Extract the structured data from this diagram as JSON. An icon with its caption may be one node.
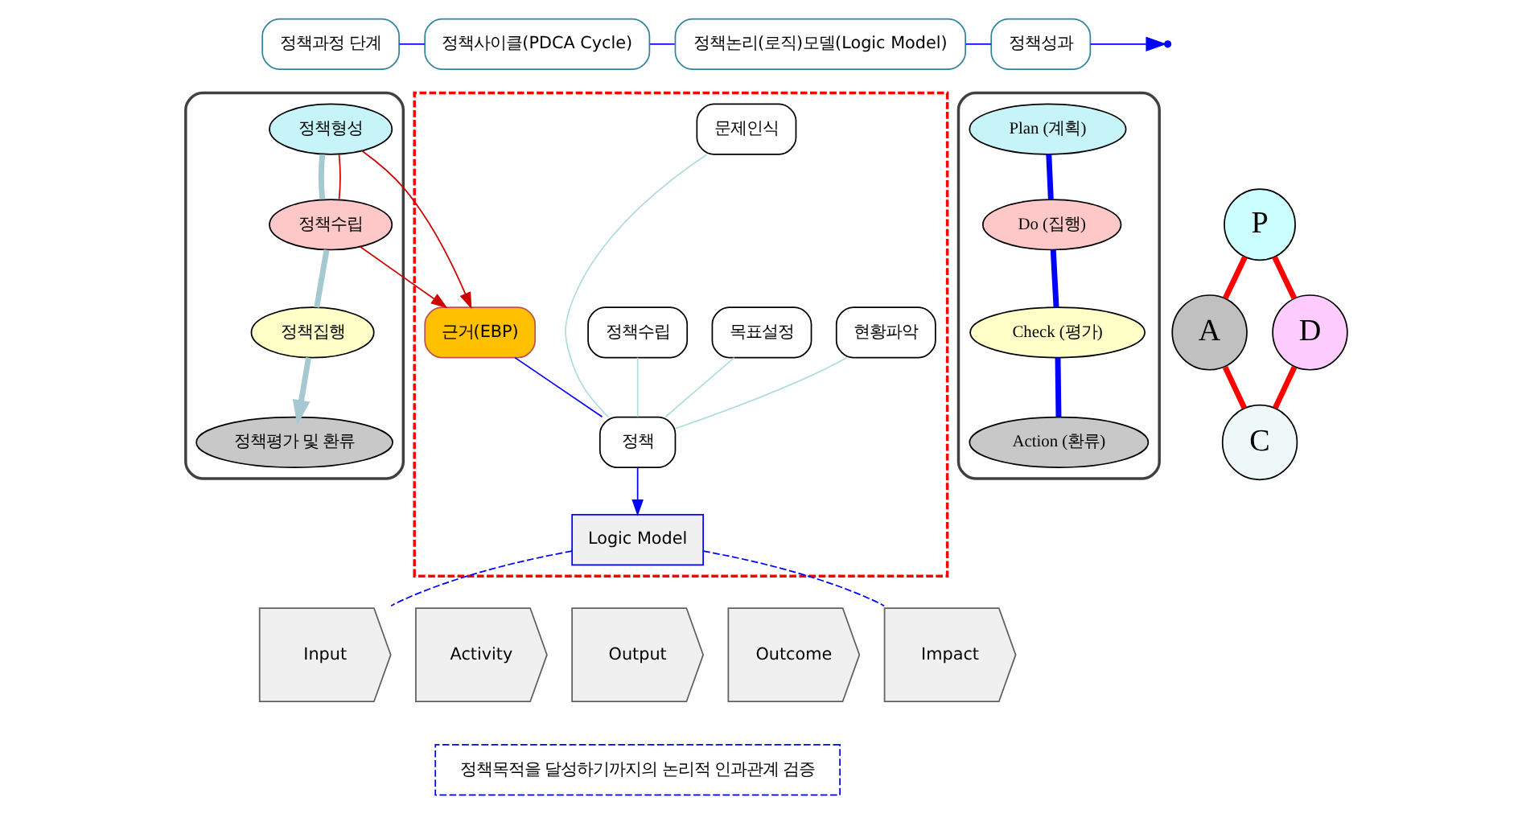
{
  "diagram": {
    "nodes": [
      {
        "text": [
          "정책과정 단계"
        ]
      },
      {
        "text": [
          "정책사이클(PDCA Cycle)"
        ]
      },
      {
        "text": [
          "정책논리(로직)모델(Logic Model)"
        ]
      },
      {
        "text": [
          "정책성과"
        ]
      },
      {
        "text": [],
        "shape": "box"
      },
      {
        "text": [
          "정책형성"
        ],
        "in": 4
      },
      {
        "text": [
          "정책수립"
        ],
        "in": 4
      },
      {
        "text": [
          "정책집행"
        ],
        "in": 4
      },
      {
        "text": [
          "정책평가 및 환류"
        ],
        "in": 4
      },
      {
        "text": [],
        "shape": "box"
      },
      {
        "text": [
          "Plan (계획)"
        ],
        "in": 9
      },
      {
        "text": [
          "Do (집행)"
        ],
        "in": 9
      },
      {
        "text": [
          "Check (평가)"
        ],
        "in": 9
      },
      {
        "text": [
          "Action (환류)"
        ],
        "in": 9
      },
      {
        "text": [
          "P"
        ]
      },
      {
        "text": [
          "D"
        ]
      },
      {
        "text": [
          "C"
        ]
      },
      {
        "text": [
          "A"
        ]
      },
      {
        "text": [],
        "shape": "box"
      },
      {
        "text": [
          "근거(EBP)"
        ],
        "in": 18
      },
      {
        "text": [
          "문제인식"
        ],
        "in": 18
      },
      {
        "text": [
          "현황파악"
        ],
        "in": 18
      },
      {
        "text": [
          "목표설정"
        ],
        "in": 18
      },
      {
        "text": [
          "정책수립"
        ],
        "in": 18
      },
      {
        "text": [
          "정책"
        ],
        "in": 18
      },
      {
        "text": [
          "Logic Model"
        ],
        "in": 18
      },
      {
        "text": [
          "Input"
        ]
      },
      {
        "text": [
          "Activity"
        ]
      },
      {
        "text": [
          "Output"
        ]
      },
      {
        "text": [
          "Outcome"
        ]
      },
      {
        "text": [
          "Impact"
        ]
      },
      {
        "text": [
          "정책목적을 달성하기까지의 논리적 인과관계 검증"
        ]
      }
    ],
    "edges": [
      {
        "from": 0,
        "to": 1,
        "arrow": "none",
        "color": "#0000ff"
      },
      {
        "from": 1,
        "to": 2,
        "arrow": "none",
        "color": "#0000ff"
      },
      {
        "from": 2,
        "to": 3,
        "arrow": "none",
        "color": "#0000ff"
      },
      {
        "from": 3,
        "to": null,
        "arrow": "to",
        "color": "#0000ff"
      },
      {
        "from": 5,
        "to": 6,
        "arrow": "none",
        "style": "thick",
        "color": "#a6c8d0"
      },
      {
        "from": 6,
        "to": 7,
        "arrow": "none",
        "style": "thick",
        "color": "#a6c8d0"
      },
      {
        "from": 7,
        "to": 8,
        "arrow": "to",
        "style": "thick",
        "color": "#a6c8d0"
      },
      {
        "from": 5,
        "to": 6,
        "arrow": "none",
        "color": "#cc0000"
      },
      {
        "from": 5,
        "to": 19,
        "arrow": "to",
        "color": "#cc0000"
      },
      {
        "from": 6,
        "to": 19,
        "arrow": "to",
        "color": "#cc0000"
      },
      {
        "from": 10,
        "to": 11,
        "arrow": "none",
        "style": "thick",
        "color": "#0000ff"
      },
      {
        "from": 11,
        "to": 12,
        "arrow": "none",
        "style": "thick",
        "color": "#0000ff"
      },
      {
        "from": 12,
        "to": 13,
        "arrow": "none",
        "style": "thick",
        "color": "#0000ff"
      },
      {
        "from": 14,
        "to": 15,
        "arrow": "none",
        "style": "thick",
        "color": "#ff0000"
      },
      {
        "from": 15,
        "to": 16,
        "arrow": "none",
        "style": "thick",
        "color": "#ff0000"
      },
      {
        "from": 16,
        "to": 17,
        "arrow": "none",
        "style": "thick",
        "color": "#ff0000"
      },
      {
        "from": 17,
        "to": 14,
        "arrow": "none",
        "style": "thick",
        "color": "#ff0000"
      },
      {
        "from": 19,
        "to": 24,
        "arrow": "none",
        "color": "#0000ff"
      },
      {
        "from": 24,
        "to": 25,
        "arrow": "to",
        "color": "#0000ff"
      },
      {
        "from": 20,
        "to": 24,
        "arrow": "none",
        "color": "#b0dcdc"
      },
      {
        "from": 21,
        "to": 24,
        "arrow": "none",
        "color": "#b0dcdc"
      },
      {
        "from": 22,
        "to": 24,
        "arrow": "none",
        "color": "#b0dcdc"
      },
      {
        "from": 23,
        "to": 24,
        "arrow": "none",
        "color": "#b0dcdc"
      },
      {
        "from": 25,
        "to": 26,
        "arrow": "none",
        "style": "dashed",
        "color": "#0000ff"
      },
      {
        "from": 25,
        "to": 30,
        "arrow": "none",
        "style": "dashed",
        "color": "#0000ff"
      }
    ]
  }
}
